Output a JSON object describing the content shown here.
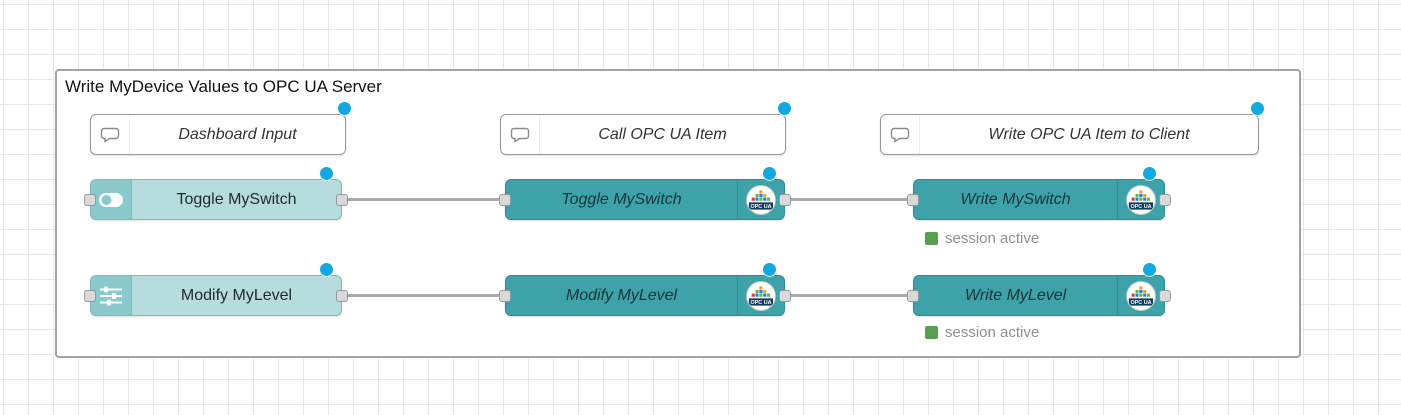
{
  "group": {
    "title": "Write MyDevice Values to OPC UA Server"
  },
  "comments": [
    {
      "label": "Dashboard Input"
    },
    {
      "label": "Call OPC UA Item"
    },
    {
      "label": "Write OPC UA Item to Client"
    }
  ],
  "rows": [
    {
      "dashboard": {
        "label": "Toggle MySwitch",
        "icon": "toggle-switch-icon"
      },
      "item": {
        "label": "Toggle MySwitch"
      },
      "write": {
        "label": "Write MySwitch"
      },
      "status": {
        "label": "session active"
      }
    },
    {
      "dashboard": {
        "label": "Modify MyLevel",
        "icon": "sliders-icon"
      },
      "item": {
        "label": "Modify MyLevel"
      },
      "write": {
        "label": "Write MyLevel"
      },
      "status": {
        "label": "session active"
      }
    }
  ],
  "badge": {
    "label": "OPC UA"
  },
  "colors": {
    "node_teal": "#3EA3A9",
    "node_light_teal": "#B6DCDD",
    "changed_indicator_blue": "#14A8E2",
    "status_green": "#5A9E52",
    "wire_gray": "#A9A9A9"
  }
}
